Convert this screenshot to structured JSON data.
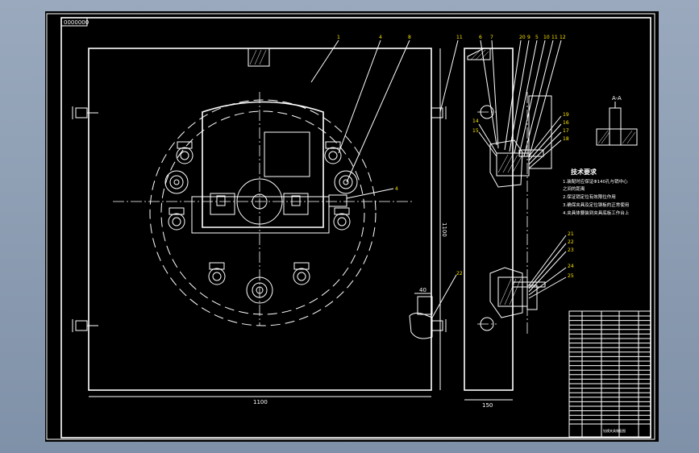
{
  "drawing": {
    "stamp": "0000000",
    "dims": {
      "width": "1100",
      "height": "1100",
      "side_width": "150",
      "bolt_dim": "40"
    },
    "section_label": "A-A",
    "balloons_top": [
      "1",
      "4",
      "8",
      "11",
      "6",
      "7",
      "20",
      "9",
      "5",
      "10",
      "11",
      "12"
    ],
    "balloons_mid_left": [
      "14",
      "15"
    ],
    "balloons_right": [
      "19",
      "16",
      "17",
      "18"
    ],
    "balloons_bottom": [
      "21",
      "22",
      "23",
      "24",
      "25"
    ],
    "balloon_pointer": "4",
    "balloon_bolt": "22",
    "technical_requirements": {
      "title": "技术要求",
      "items": [
        "1.装配时应保证Φ140孔与销中心",
        "  之间的距离",
        "2.保证销定位有效限位作用",
        "3.确保夹具及定位钢板的正常使用",
        "4.夹具体要装到夹具底板工作台上"
      ]
    },
    "title_block_caption": "钻模夹具装配图"
  }
}
